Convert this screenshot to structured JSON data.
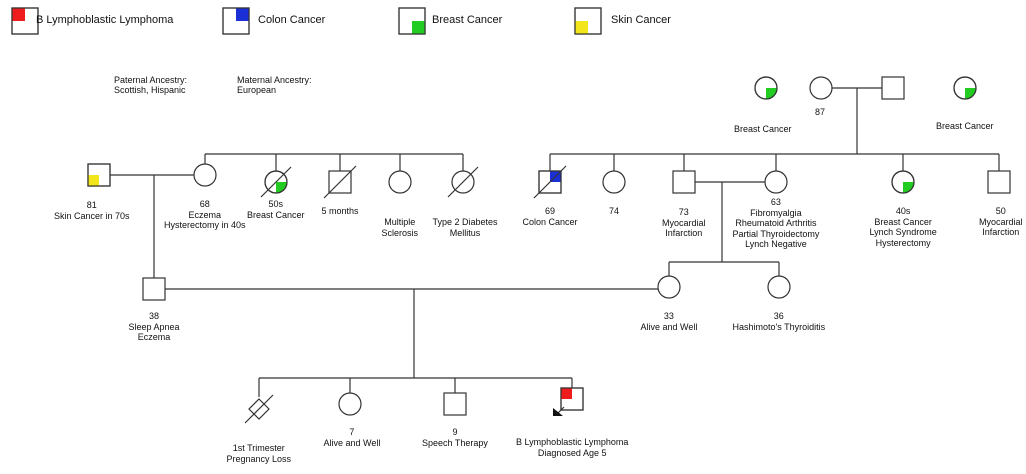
{
  "colors": {
    "line": "#333333",
    "fill": "#ffffff",
    "b_lymphoblastic_lymphoma": "#ee1c1c",
    "colon_cancer": "#1a2fd6",
    "breast_cancer": "#22cc22",
    "skin_cancer": "#f2e61a"
  },
  "legend": [
    {
      "id": "leg-b-lymph",
      "label": "B Lymphoblastic Lymphoma",
      "quadrant": "tl",
      "color_key": "b_lymphoblastic_lymphoma"
    },
    {
      "id": "leg-colon",
      "label": "Colon Cancer",
      "quadrant": "tr",
      "color_key": "colon_cancer"
    },
    {
      "id": "leg-breast",
      "label": "Breast Cancer",
      "quadrant": "br",
      "color_key": "breast_cancer"
    },
    {
      "id": "leg-skin",
      "label": "Skin Cancer",
      "quadrant": "bl",
      "color_key": "skin_cancer"
    }
  ],
  "ancestry": {
    "paternal_title": "Paternal Ancestry:",
    "paternal_value": "Scottish, Hispanic",
    "maternal_title": "Maternal Ancestry:",
    "maternal_value": "European"
  },
  "individuals": [
    {
      "id": "mgm-sister-1",
      "sex": "female",
      "mark": "br",
      "color_key": "breast_cancer",
      "label": [
        "Breast Cancer"
      ]
    },
    {
      "id": "mgm",
      "sex": "female",
      "label": [
        "87"
      ]
    },
    {
      "id": "mgf",
      "sex": "male",
      "label": []
    },
    {
      "id": "mgf-sister",
      "sex": "female",
      "mark": "br",
      "color_key": "breast_cancer",
      "label": [
        "Breast Cancer"
      ]
    },
    {
      "id": "pgf",
      "sex": "male",
      "mark": "bl",
      "color_key": "skin_cancer",
      "label": [
        "81",
        "Skin Cancer in 70s"
      ]
    },
    {
      "id": "pgm",
      "sex": "female",
      "label": [
        "68",
        "Eczema",
        "Hysterectomy in 40s"
      ]
    },
    {
      "id": "pgm-sib-1",
      "sex": "female",
      "deceased": true,
      "mark": "br",
      "color_key": "breast_cancer",
      "label": [
        "50s",
        "Breast Cancer"
      ]
    },
    {
      "id": "pgm-sib-2",
      "sex": "male",
      "deceased": true,
      "label": [
        "5 months"
      ]
    },
    {
      "id": "pgm-sib-3",
      "sex": "female",
      "label": [
        "Multiple",
        "Sclerosis"
      ]
    },
    {
      "id": "pgm-sib-4",
      "sex": "female",
      "deceased": true,
      "label": [
        "Type 2 Diabetes",
        "Mellitus"
      ]
    },
    {
      "id": "mgf-sib-1",
      "sex": "male",
      "deceased": true,
      "mark": "tr",
      "color_key": "colon_cancer",
      "label": [
        "69",
        "Colon Cancer"
      ]
    },
    {
      "id": "mgf-sib-2",
      "sex": "female",
      "label": [
        "74"
      ]
    },
    {
      "id": "maternal-gf",
      "sex": "male",
      "label": [
        "73",
        "Myocardial",
        "Infarction"
      ]
    },
    {
      "id": "maternal-gm",
      "sex": "female",
      "label": [
        "63",
        "Fibromyalgia",
        "Rheumatoid Arthritis",
        "Partial Thyroidectomy",
        "Lynch Negative"
      ]
    },
    {
      "id": "mgm-sib-1",
      "sex": "female",
      "mark": "br",
      "color_key": "breast_cancer",
      "label": [
        "40s",
        "Breast Cancer",
        "Lynch Syndrome",
        "Hysterectomy"
      ]
    },
    {
      "id": "mgm-sib-2",
      "sex": "male",
      "label": [
        "50",
        "Myocardial",
        "Infarction"
      ]
    },
    {
      "id": "father",
      "sex": "male",
      "label": [
        "38",
        "Sleep Apnea",
        "Eczema"
      ]
    },
    {
      "id": "mother",
      "sex": "female",
      "label": [
        "33",
        "Alive and Well"
      ]
    },
    {
      "id": "mother-sister",
      "sex": "female",
      "label": [
        "36",
        "Hashimoto's Thyroiditis"
      ]
    },
    {
      "id": "pregnancy-loss",
      "sex": "loss",
      "label": [
        "1st Trimester",
        "Pregnancy Loss"
      ]
    },
    {
      "id": "sib-7",
      "sex": "female",
      "label": [
        "7",
        "Alive and Well"
      ]
    },
    {
      "id": "sib-9",
      "sex": "male",
      "label": [
        "9",
        "Speech Therapy"
      ]
    },
    {
      "id": "proband",
      "sex": "male",
      "proband": true,
      "mark": "tl",
      "color_key": "b_lymphoblastic_lymphoma",
      "label": [
        "B Lymphoblastic Lymphoma",
        "Diagnosed Age 5"
      ]
    }
  ]
}
